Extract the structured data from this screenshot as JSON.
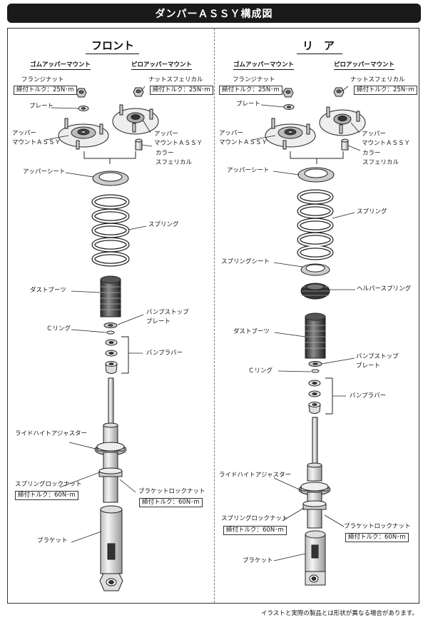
{
  "title": "ダンパーＡＳＳＹ構成図",
  "note": "イラストと実際の製品とは形状が異なる場合があります。",
  "front": {
    "heading": "フロント",
    "rubber_mount": "ゴムアッパーマウント",
    "pillow_mount": "ピロアッパーマウント",
    "flange_nut": "フランジナット",
    "flange_nut_torque": "締付トルク：25N･m",
    "nut_spherical": "ナットスフェリカル",
    "nut_spherical_torque": "締付トルク：25N･m",
    "plate": "プレート",
    "upper_mount_1": "アッパー",
    "upper_mount_2": "マウントＡＳＳＹ",
    "upper_mount_r1": "アッパー",
    "upper_mount_r2": "マウントＡＳＳＹ",
    "collar_1": "カラー",
    "collar_2": "スフェリカル",
    "upper_seat": "アッパーシート",
    "spring": "スプリング",
    "dust_boot": "ダストブーツ",
    "bump_plate_1": "バンプストップ",
    "bump_plate_2": "プレート",
    "c_ring": "Ｃリング",
    "bump_rubber": "バンプラバー",
    "ride_height": "ライドハイトアジャスター",
    "spring_lock_nut": "スプリングロックナット",
    "spring_lock_torque": "締付トルク：60N･m",
    "bracket_lock_nut": "ブラケットロックナット",
    "bracket_lock_torque": "締付トルク：60N･m",
    "bracket": "ブラケット"
  },
  "rear": {
    "heading": "リ　ア",
    "rubber_mount": "ゴムアッパーマウント",
    "pillow_mount": "ピロアッパーマウント",
    "flange_nut": "フランジナット",
    "flange_nut_torque": "締付トルク：25N･m",
    "nut_spherical": "ナットスフェリカル",
    "nut_spherical_torque": "締付トルク：25N･m",
    "plate": "プレート",
    "upper_mount_1": "アッパー",
    "upper_mount_2": "マウントＡＳＳＹ",
    "upper_mount_r1": "アッパー",
    "upper_mount_r2": "マウントＡＳＳＹ",
    "collar_1": "カラー",
    "collar_2": "スフェリカル",
    "upper_seat": "アッパーシート",
    "spring": "スプリング",
    "spring_seat": "スプリングシート",
    "helper_spring": "ヘルパースプリング",
    "dust_boot": "ダストブーツ",
    "bump_plate_1": "バンプストップ",
    "bump_plate_2": "プレート",
    "c_ring": "Ｃリング",
    "bump_rubber": "バンプラバー",
    "ride_height": "ライドハイトアジャスター",
    "spring_lock_nut": "スプリングロックナット",
    "spring_lock_torque": "締付トルク：60N･m",
    "bracket_lock_nut": "ブラケットロックナット",
    "bracket_lock_torque": "締付トルク：60N･m",
    "bracket": "ブラケット"
  },
  "colors": {
    "header_bg": "#1a1a1a",
    "part_fill": "#e6e6e6",
    "part_dark": "#3a3a3a",
    "line": "#222222"
  }
}
